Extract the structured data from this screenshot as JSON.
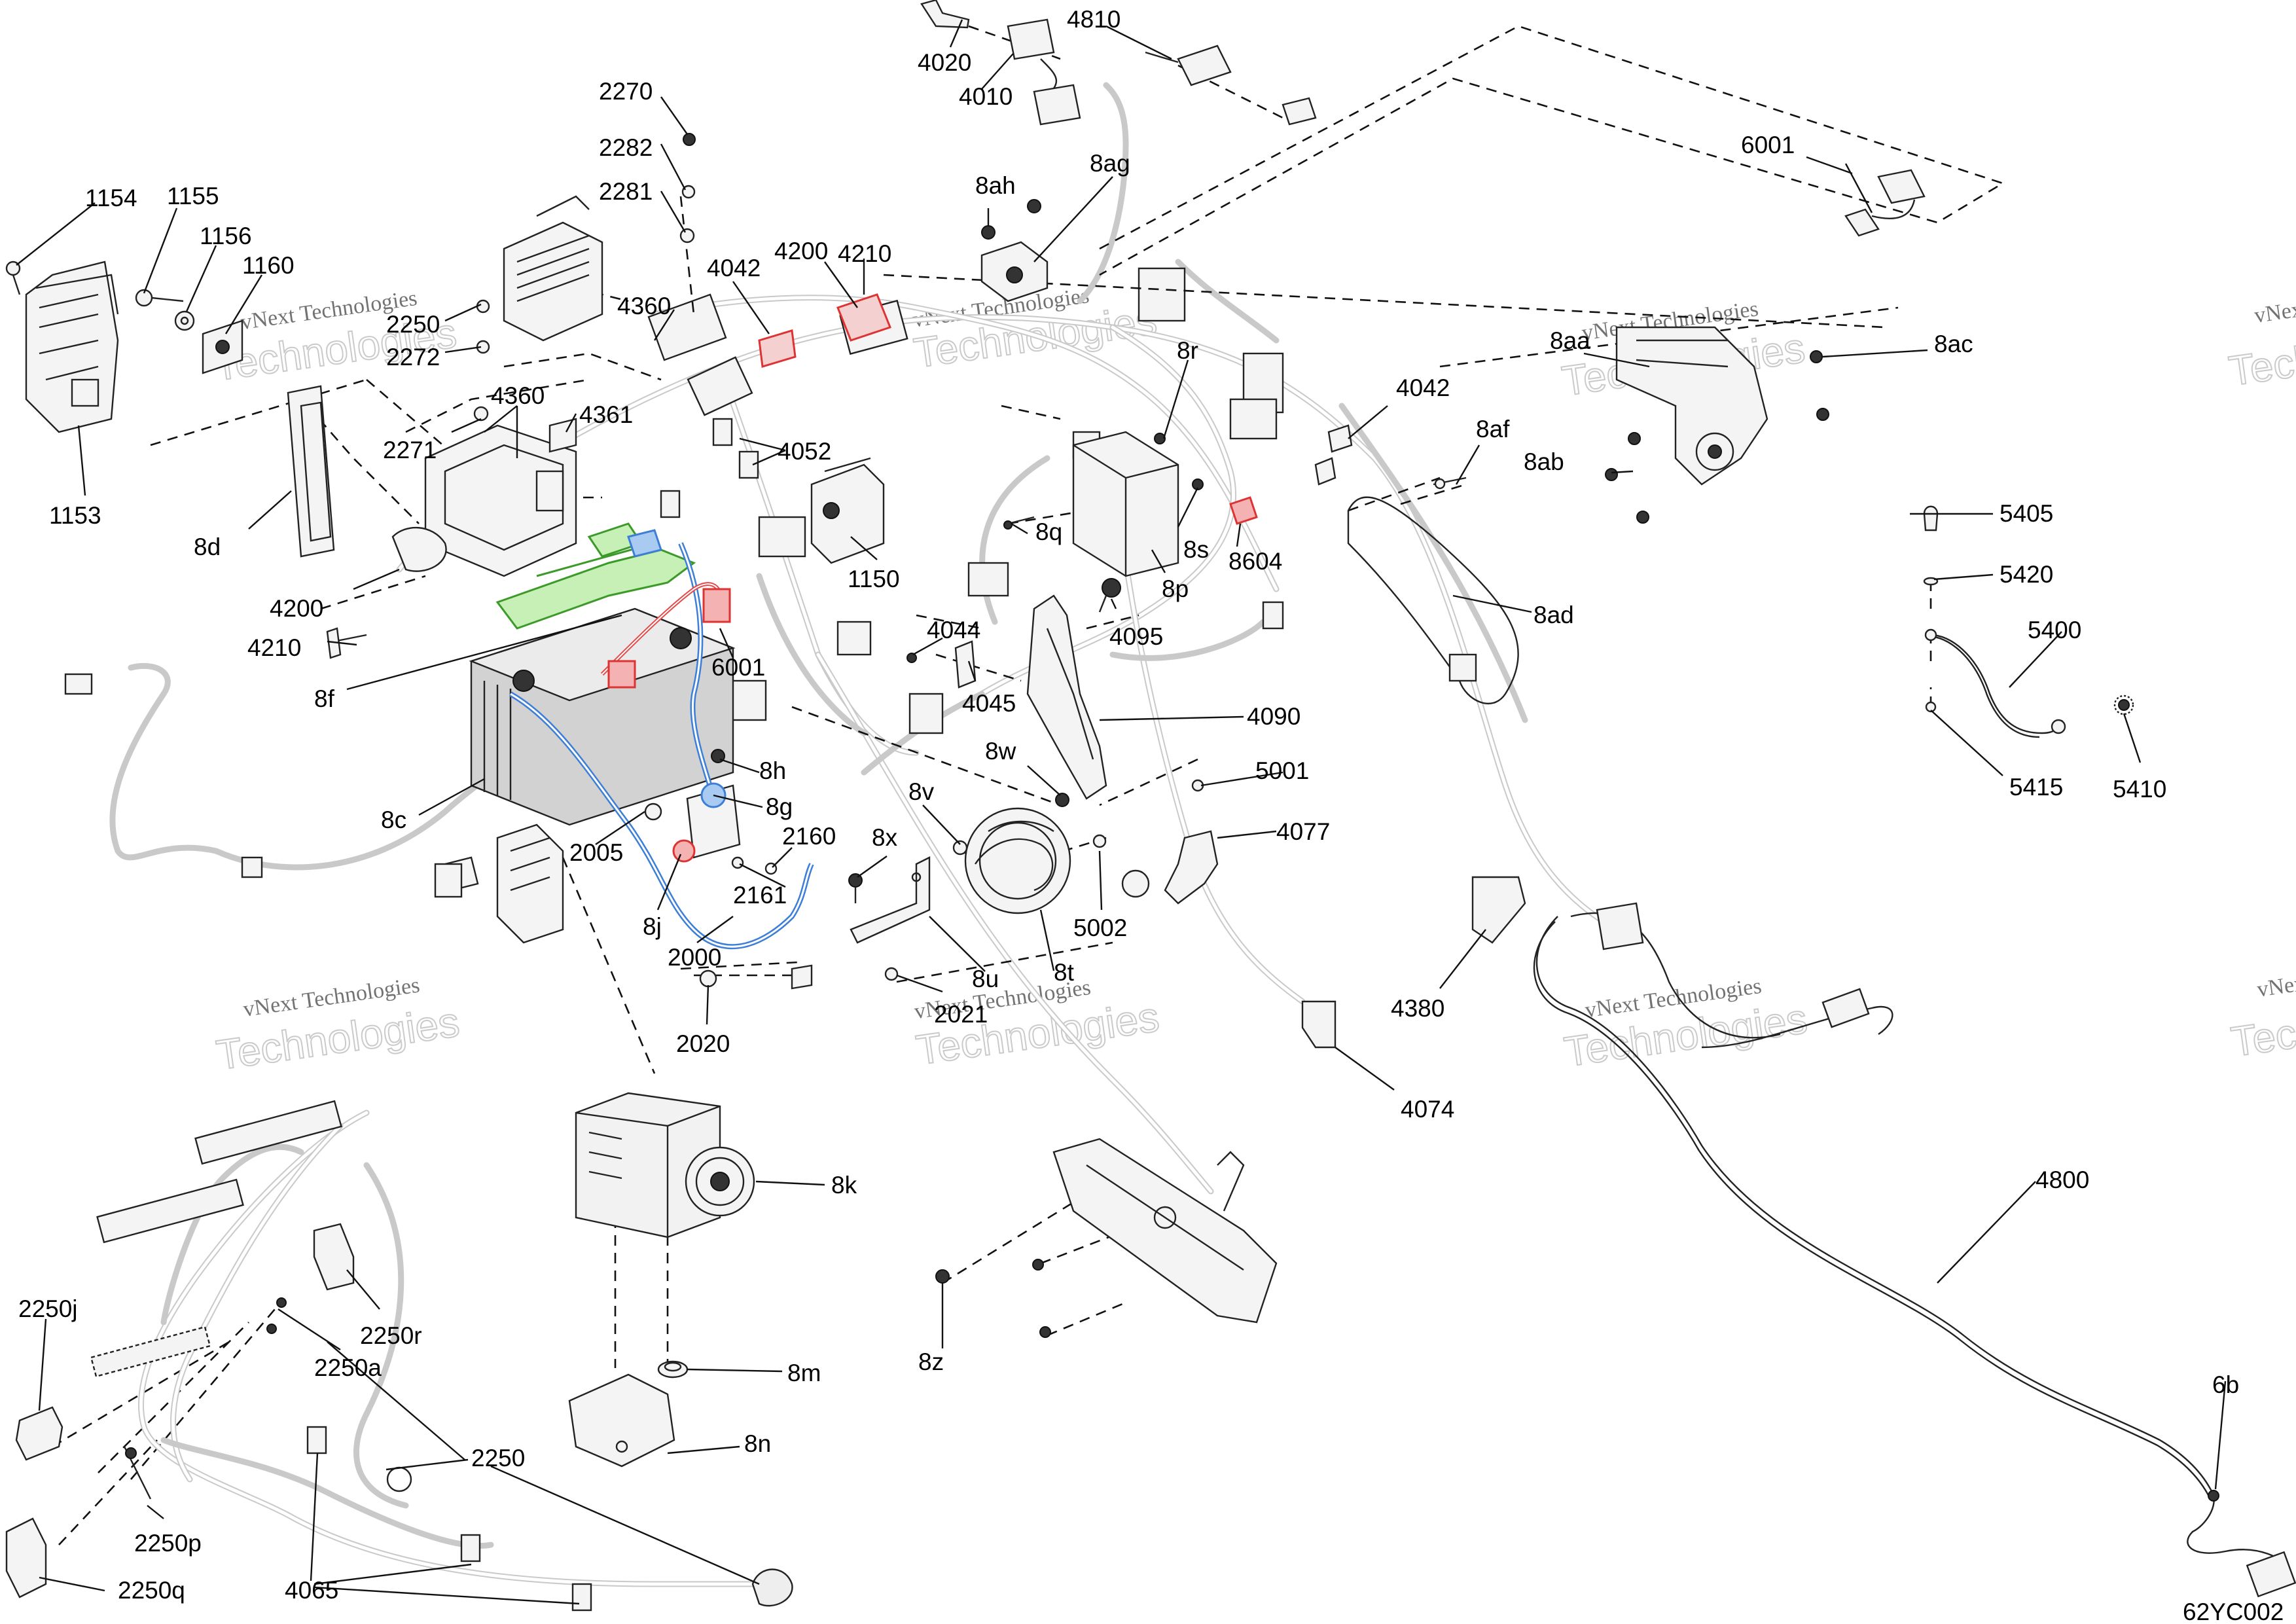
{
  "diagram": {
    "code": "62YC002",
    "watermark": "vNext Technologies",
    "parts": [
      {
        "id": "p4020",
        "label": "4020"
      },
      {
        "id": "p4010",
        "label": "4010"
      },
      {
        "id": "p4810",
        "label": "4810"
      },
      {
        "id": "p6001a",
        "label": "6001"
      },
      {
        "id": "p8ah",
        "label": "8ah"
      },
      {
        "id": "p8ag",
        "label": "8ag"
      },
      {
        "id": "p2270",
        "label": "2270"
      },
      {
        "id": "p2282",
        "label": "2282"
      },
      {
        "id": "p2281",
        "label": "2281"
      },
      {
        "id": "p1154",
        "label": "1154"
      },
      {
        "id": "p1155",
        "label": "1155"
      },
      {
        "id": "p1156",
        "label": "1156"
      },
      {
        "id": "p1160",
        "label": "1160"
      },
      {
        "id": "p2250top",
        "label": "2250"
      },
      {
        "id": "p2272",
        "label": "2272"
      },
      {
        "id": "p4042a",
        "label": "4042"
      },
      {
        "id": "p4200a",
        "label": "4200"
      },
      {
        "id": "p4210a",
        "label": "4210"
      },
      {
        "id": "p4360a",
        "label": "4360"
      },
      {
        "id": "p8aa",
        "label": "8aa"
      },
      {
        "id": "p8ac",
        "label": "8ac"
      },
      {
        "id": "p8r",
        "label": "8r"
      },
      {
        "id": "p4360b",
        "label": "4360"
      },
      {
        "id": "p4361",
        "label": "4361"
      },
      {
        "id": "p2271",
        "label": "2271"
      },
      {
        "id": "p4052",
        "label": "4052"
      },
      {
        "id": "p4042b",
        "label": "4042"
      },
      {
        "id": "p8af",
        "label": "8af"
      },
      {
        "id": "p8ab",
        "label": "8ab"
      },
      {
        "id": "p1153",
        "label": "1153"
      },
      {
        "id": "p8d",
        "label": "8d"
      },
      {
        "id": "p8q",
        "label": "8q"
      },
      {
        "id": "p8s",
        "label": "8s"
      },
      {
        "id": "p8604",
        "label": "8604"
      },
      {
        "id": "p5405",
        "label": "5405"
      },
      {
        "id": "p1150",
        "label": "1150"
      },
      {
        "id": "p8p",
        "label": "8p"
      },
      {
        "id": "p4200b",
        "label": "4200"
      },
      {
        "id": "p4095",
        "label": "4095"
      },
      {
        "id": "p5420",
        "label": "5420"
      },
      {
        "id": "p8ad",
        "label": "8ad"
      },
      {
        "id": "p4210b",
        "label": "4210"
      },
      {
        "id": "p4044",
        "label": "4044"
      },
      {
        "id": "p5400",
        "label": "5400"
      },
      {
        "id": "p6001b",
        "label": "6001"
      },
      {
        "id": "p8f",
        "label": "8f"
      },
      {
        "id": "p4045",
        "label": "4045"
      },
      {
        "id": "p4090",
        "label": "4090"
      },
      {
        "id": "p8w",
        "label": "8w"
      },
      {
        "id": "p8h",
        "label": "8h"
      },
      {
        "id": "p5001",
        "label": "5001"
      },
      {
        "id": "p5415",
        "label": "5415"
      },
      {
        "id": "p5410",
        "label": "5410"
      },
      {
        "id": "p8c",
        "label": "8c"
      },
      {
        "id": "p8g",
        "label": "8g"
      },
      {
        "id": "p8v",
        "label": "8v"
      },
      {
        "id": "p4077",
        "label": "4077"
      },
      {
        "id": "p2005",
        "label": "2005"
      },
      {
        "id": "p2160",
        "label": "2160"
      },
      {
        "id": "p8x",
        "label": "8x"
      },
      {
        "id": "p2161",
        "label": "2161"
      },
      {
        "id": "p5002",
        "label": "5002"
      },
      {
        "id": "p8j",
        "label": "8j"
      },
      {
        "id": "p2000",
        "label": "2000"
      },
      {
        "id": "p8u",
        "label": "8u"
      },
      {
        "id": "p8t",
        "label": "8t"
      },
      {
        "id": "p4380",
        "label": "4380"
      },
      {
        "id": "p2021",
        "label": "2021"
      },
      {
        "id": "p2020",
        "label": "2020"
      },
      {
        "id": "p4074",
        "label": "4074"
      },
      {
        "id": "p4800",
        "label": "4800"
      },
      {
        "id": "p8k",
        "label": "8k"
      },
      {
        "id": "p2250j",
        "label": "2250j"
      },
      {
        "id": "p2250r",
        "label": "2250r"
      },
      {
        "id": "p2250a",
        "label": "2250a"
      },
      {
        "id": "p8z",
        "label": "8z"
      },
      {
        "id": "p8m",
        "label": "8m"
      },
      {
        "id": "p6b",
        "label": "6b"
      },
      {
        "id": "p8n",
        "label": "8n"
      },
      {
        "id": "p2250b",
        "label": "2250"
      },
      {
        "id": "p2250p",
        "label": "2250p"
      },
      {
        "id": "p4065",
        "label": "4065"
      },
      {
        "id": "p2250q",
        "label": "2250q"
      }
    ]
  }
}
